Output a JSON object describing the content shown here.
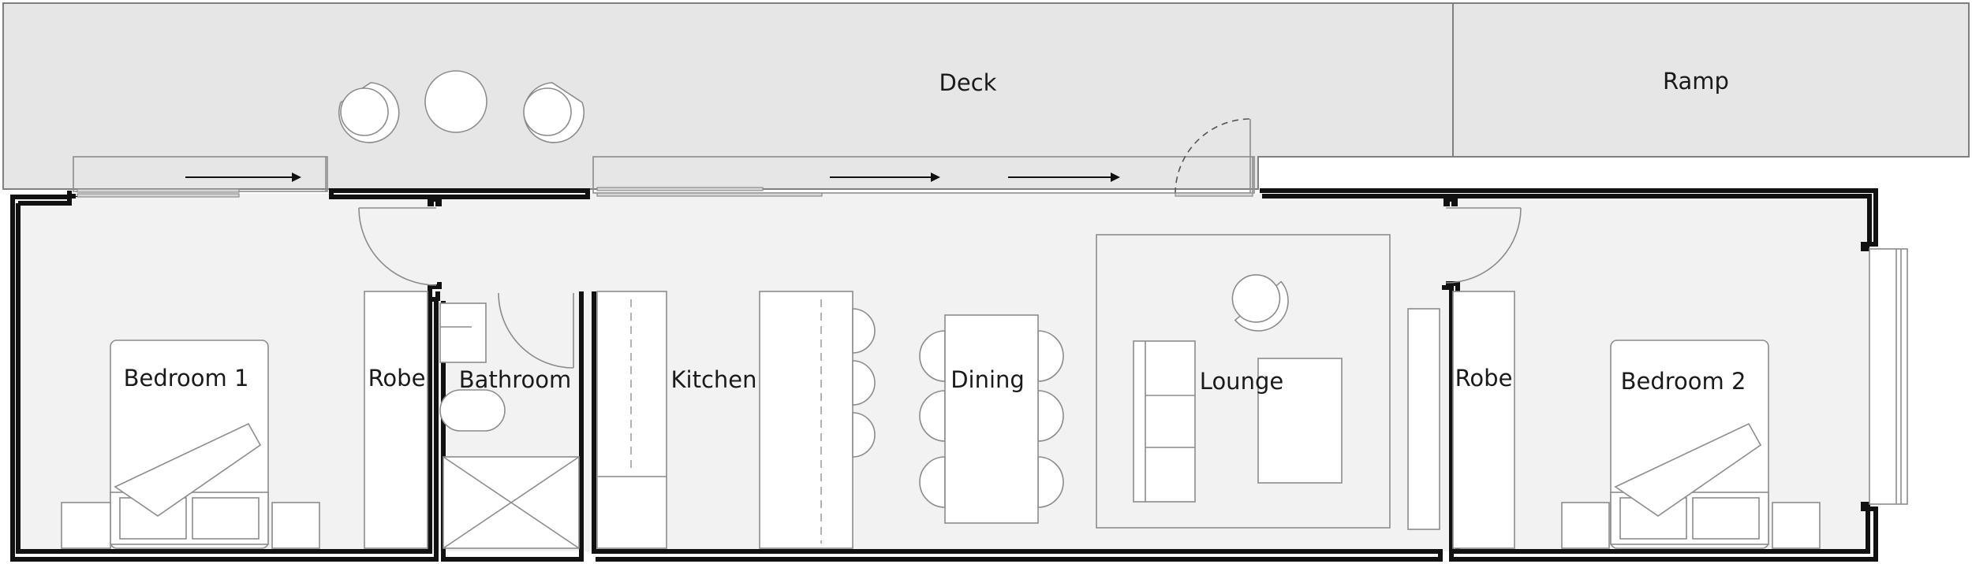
{
  "labels": {
    "deck": "Deck",
    "ramp": "Ramp",
    "bedroom1": "Bedroom 1",
    "robe1": "Robe",
    "bathroom": "Bathroom",
    "kitchen": "Kitchen",
    "dining": "Dining",
    "lounge": "Lounge",
    "robe2": "Robe",
    "bedroom2": "Bedroom 2"
  },
  "colors": {
    "deck_fill": "#e6e6e6",
    "floor_fill": "#f2f2f2",
    "wall": "#111111",
    "furniture_stroke": "#8c8c8c"
  }
}
